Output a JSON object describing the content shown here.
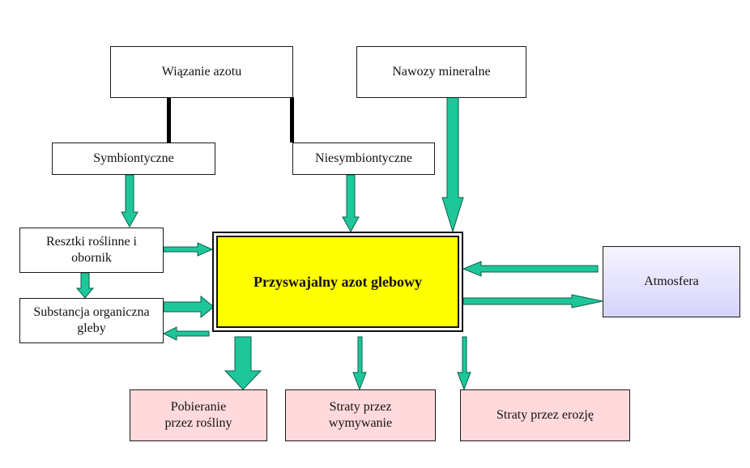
{
  "nodes": {
    "wiazanie": "Wiązanie azotu",
    "nawozy": "Nawozy mineralne",
    "symbiontyczne": "Symbiontyczne",
    "niesymbiontyczne": "Niesymbiontyczne",
    "resztki_1": "Resztki roślinne i",
    "resztki_2": "obornik",
    "substancja_1": "Substancja organiczna",
    "substancja_2": "gleby",
    "center": "Przyswajalny azot glebowy",
    "atmosfera": "Atmosfera",
    "pobieranie_1": "Pobieranie",
    "pobieranie_2": "przez rośliny",
    "wymywanie_1": "Straty przez",
    "wymywanie_2": "wymywanie",
    "erozja": "Straty przez erozję"
  },
  "colors": {
    "arrow_fill": "#1ec79a",
    "arrow_stroke": "#0b5e48",
    "center_fill": "#ffff00",
    "loss_box_fill": "#ffd9dc",
    "atmosphere_fill": "#d6d4fb"
  }
}
